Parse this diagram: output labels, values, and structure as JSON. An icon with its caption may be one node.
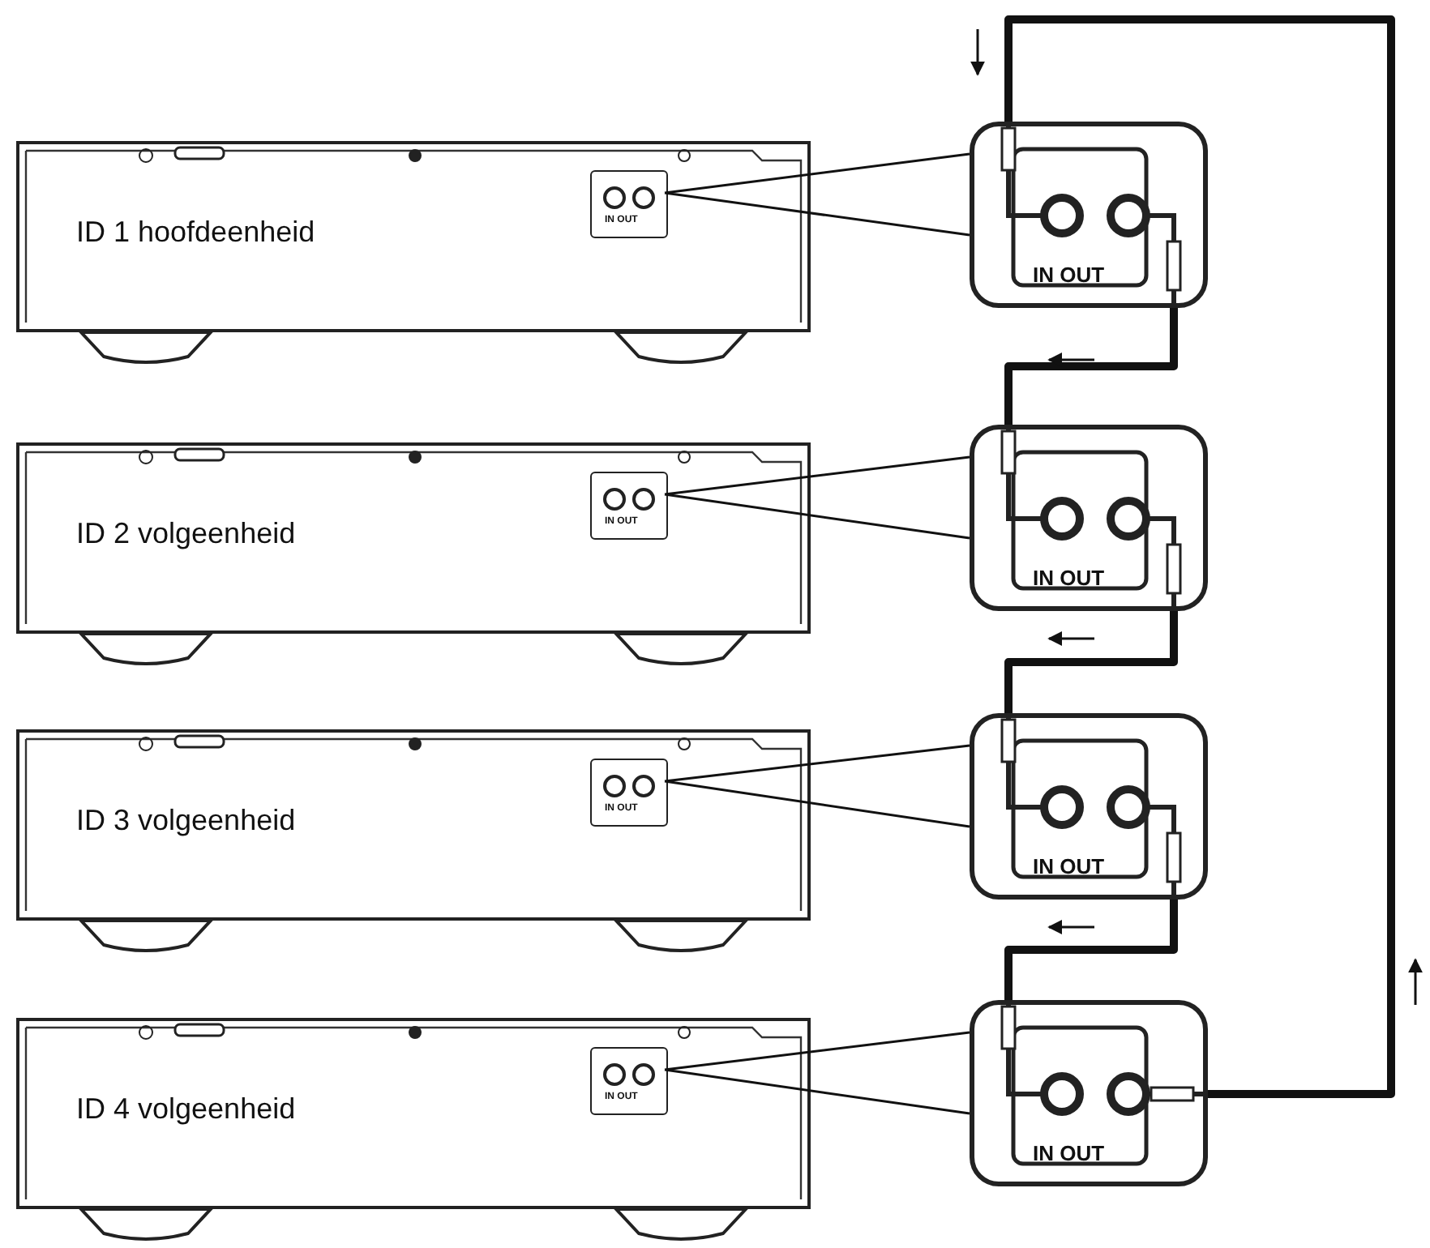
{
  "diagram": {
    "nodes": [
      {
        "text": [
          "ID 1 hoofdeenheid"
        ]
      },
      {
        "text": [
          "IN OUT"
        ],
        "in": 0
      },
      {
        "text": [
          "IN OUT"
        ]
      },
      {
        "text": [
          "ID 2 volgeenheid"
        ]
      },
      {
        "text": [
          "IN OUT"
        ],
        "in": 3
      },
      {
        "text": [
          "IN OUT"
        ]
      },
      {
        "text": [
          "ID 3 volgeenheid"
        ]
      },
      {
        "text": [
          "IN OUT"
        ],
        "in": 6
      },
      {
        "text": [
          "IN OUT"
        ]
      },
      {
        "text": [
          "ID 4 volgeenheid"
        ]
      },
      {
        "text": [
          "IN OUT"
        ],
        "in": 9
      },
      {
        "text": [
          "IN OUT"
        ]
      }
    ],
    "edges": [
      {
        "from": 1,
        "to": 2,
        "arrow": "none"
      },
      {
        "from": 4,
        "to": 5,
        "arrow": "none"
      },
      {
        "from": 7,
        "to": 8,
        "arrow": "none"
      },
      {
        "from": 10,
        "to": 11,
        "arrow": "none"
      },
      {
        "from": 2,
        "to": 5,
        "arrow": "none",
        "style": "thick"
      },
      {
        "from": 5,
        "to": 8,
        "arrow": "none",
        "style": "thick"
      },
      {
        "from": 8,
        "to": 11,
        "arrow": "none",
        "style": "thick"
      },
      {
        "from": 11,
        "to": 2,
        "arrow": "none",
        "style": "thick"
      }
    ]
  }
}
